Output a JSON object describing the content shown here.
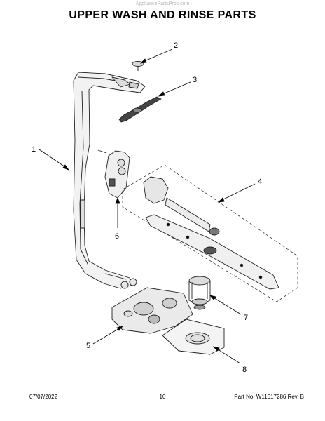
{
  "watermark": "AppliancePartsPros.com",
  "title": "UPPER WASH AND RINSE PARTS",
  "callouts": [
    "1",
    "2",
    "3",
    "4",
    "5",
    "6",
    "7",
    "8"
  ],
  "footer": {
    "date": "07/07/2022",
    "page": "10",
    "part_info": "Part No. W11617286  Rev. B"
  }
}
